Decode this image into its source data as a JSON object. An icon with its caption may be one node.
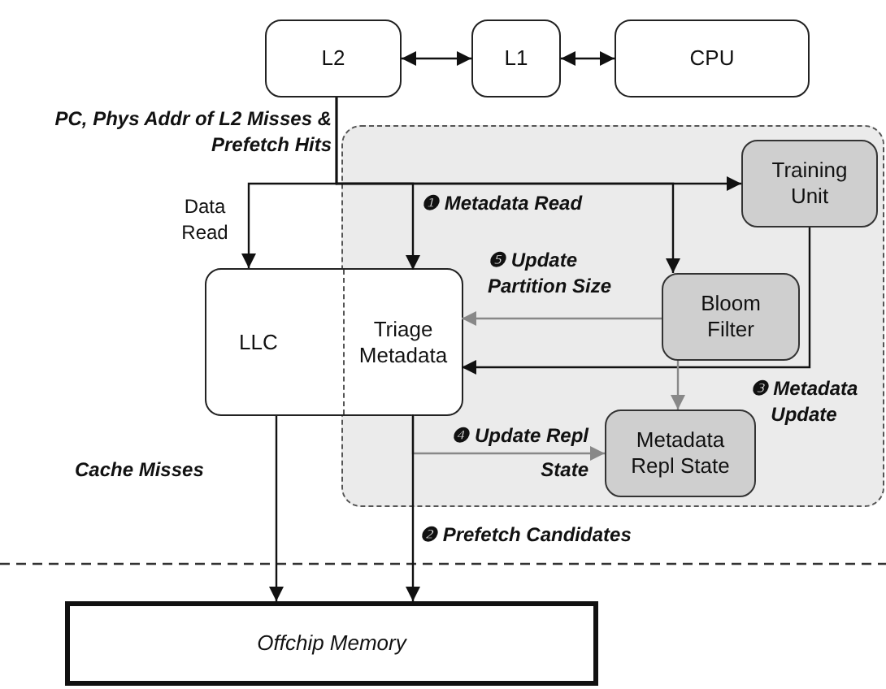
{
  "diagram": {
    "nodes": [
      {
        "text": [
          "L2"
        ]
      },
      {
        "text": [
          "L1"
        ]
      },
      {
        "text": [
          "CPU"
        ]
      },
      {
        "text": [],
        "shape": "box"
      },
      {
        "text": [
          "LLC"
        ]
      },
      {
        "text": [
          "Triage Metadata"
        ]
      },
      {
        "text": [
          "Training Unit"
        ],
        "in": 3
      },
      {
        "text": [
          "Bloom Filter"
        ],
        "in": 3
      },
      {
        "text": [
          "Metadata Repl State"
        ],
        "in": 3
      },
      {
        "text": [
          "Offchip Memory"
        ]
      }
    ],
    "edges": [
      {
        "from": 0,
        "to": 1,
        "arrow": "both"
      },
      {
        "from": 1,
        "to": 2,
        "arrow": "both"
      },
      {
        "from": 0,
        "to": 4,
        "arrow": "to"
      },
      {
        "from": 0,
        "to": 5,
        "arrow": "to"
      },
      {
        "from": 0,
        "to": 6,
        "arrow": "to"
      },
      {
        "from": 0,
        "to": 7,
        "arrow": "to"
      },
      {
        "from": 6,
        "to": 5,
        "arrow": "to"
      },
      {
        "from": 7,
        "to": 5,
        "arrow": "to",
        "color": "#888888"
      },
      {
        "from": 7,
        "to": 8,
        "arrow": "to",
        "color": "#888888"
      },
      {
        "from": 5,
        "to": 8,
        "arrow": "to",
        "color": "#888888"
      },
      {
        "from": 5,
        "to": 9,
        "arrow": "to"
      },
      {
        "from": 4,
        "to": 9,
        "arrow": "to"
      }
    ],
    "labels": [
      "PC, Phys Addr of L2 Misses & Prefetch Hits",
      "Data Read",
      "❶ Metadata Read",
      "❺ Update Partition Size",
      "❸ Metadata Update",
      "❹ Update Repl State",
      "Cache Misses",
      "❷ Prefetch Candidates"
    ]
  }
}
